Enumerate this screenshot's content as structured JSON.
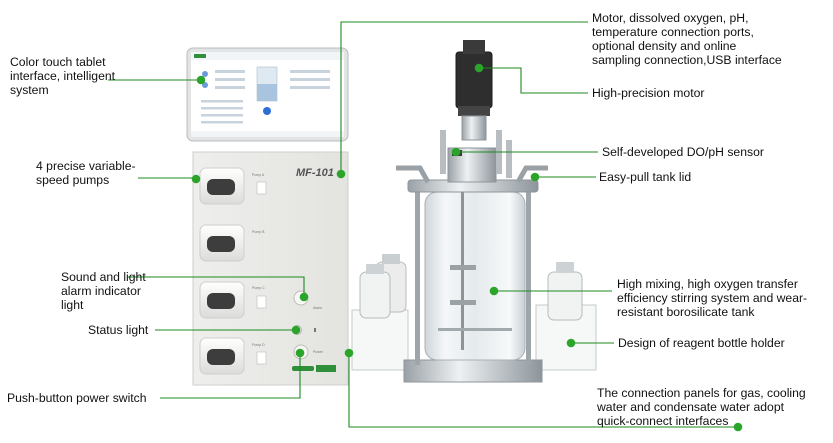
{
  "labels": {
    "tablet": [
      "Color touch tablet",
      "interface, intelligent",
      "system"
    ],
    "pumps": [
      "4 precise variable-",
      "speed pumps"
    ],
    "alarm": [
      "Sound and light",
      "alarm indicator",
      "light"
    ],
    "status": [
      "Status light"
    ],
    "power": [
      "Push-button power switch"
    ],
    "ports": [
      "Motor, dissolved oxygen, pH,",
      "temperature connection ports,",
      "optional density and online",
      "sampling connection,USB interface"
    ],
    "motor": [
      "High-precision motor"
    ],
    "sensor": [
      "Self-developed DO/pH sensor"
    ],
    "lid": [
      "Easy-pull tank lid"
    ],
    "mixing": [
      "High mixing, high oxygen transfer",
      "efficiency stirring system and wear-",
      "resistant borosilicate tank"
    ],
    "bottle_holder": [
      "Design of reagent bottle holder"
    ],
    "connection": [
      "The connection panels for gas, cooling",
      "water and condensate water adopt",
      "quick-connect interfaces"
    ]
  },
  "device": {
    "model": "MF-101",
    "pump_labels": [
      "Pump A",
      "Pump B",
      "Pump C",
      "Pump D"
    ],
    "alarm_label": "Alarm",
    "power_label": "Power"
  },
  "colors": {
    "leader": "#1c8a1c",
    "dot": "#2aa52a"
  }
}
